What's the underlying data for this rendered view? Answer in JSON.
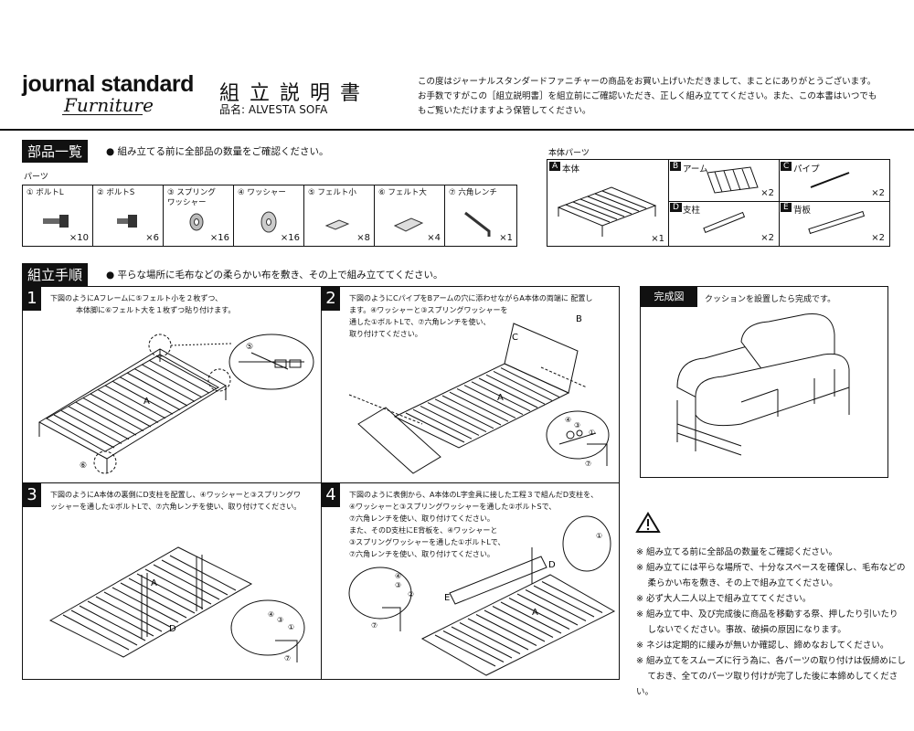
{
  "header": {
    "brand_main": "journal standard",
    "brand_sub": "Furniture",
    "title": "組立説明書",
    "product": "品名: ALVESTA SOFA",
    "intro_lines": [
      "この度はジャーナルスタンダードファニチャーの商品をお買い上げいただきまして、まことにありがとうございます。",
      "お手数ですがこの［組立説明書］を組立前にご確認いただき、正しく組み立ててください。また、この本書はいつでも",
      "もご覧いただけますよう保管してください。"
    ]
  },
  "parts_section": {
    "heading": "部品一覧",
    "note": "● 組み立てる前に全部品の数量をご確認ください。",
    "parts_label": "パーツ",
    "parts": [
      {
        "name": "① ボルトL",
        "qty": "×10"
      },
      {
        "name": "② ボルトS",
        "qty": "×6"
      },
      {
        "name": "③ スプリング\nワッシャー",
        "qty": "×16"
      },
      {
        "name": "④ ワッシャー",
        "qty": "×16"
      },
      {
        "name": "⑤ フェルト小",
        "qty": "×8"
      },
      {
        "name": "⑥ フェルト大",
        "qty": "×4"
      },
      {
        "name": "⑦ 六角レンチ",
        "qty": "×1"
      }
    ]
  },
  "body_parts": {
    "label": "本体パーツ",
    "items": [
      {
        "letter": "A",
        "name": "本体",
        "qty": "×1"
      },
      {
        "letter": "B",
        "name": "アーム",
        "qty": "×2"
      },
      {
        "letter": "C",
        "name": "パイプ",
        "qty": "×2"
      },
      {
        "letter": "D",
        "name": "支柱",
        "qty": "×2"
      },
      {
        "letter": "E",
        "name": "背板",
        "qty": "×2"
      }
    ]
  },
  "assembly": {
    "heading": "組立手順",
    "note": "● 平らな場所に毛布などの柔らかい布を敷き、その上で組み立ててください。"
  },
  "steps": [
    {
      "num": "1",
      "lines": [
        "下図のようにAフレームに⑤フェルト小を２枚ずつ、",
        "本体脚に⑥フェルト大を１枚ずつ貼り付けます。"
      ],
      "labels": [
        "A",
        "⑤",
        "⑥"
      ]
    },
    {
      "num": "2",
      "lines": [
        "下図のようにCパイプをBアームの穴に添わせながらA本体の両端に 配置し",
        "ます。④ワッシャーと③スプリングワッシャーを",
        "通した①ボルトLで、⑦六角レンチを使い、",
        "取り付けてください。"
      ],
      "labels": [
        "A",
        "B",
        "C",
        "④",
        "③",
        "①",
        "⑦"
      ]
    },
    {
      "num": "3",
      "lines": [
        "下図のようにA本体の裏側にD支柱を配置し、④ワッシャーと③スプリングワ",
        "ッシャーを通した①ボルトLで、⑦六角レンチを使い、取り付けてください。"
      ],
      "labels": [
        "A",
        "D",
        "④",
        "③",
        "①",
        "⑦"
      ]
    },
    {
      "num": "4",
      "lines": [
        "下図のように表側から、A本体のL字金具に接した工程３で組んだD支柱を、",
        "④ワッシャーと③スプリングワッシャーを通した②ボルトSで、",
        "⑦六角レンチを使い、取り付けてください。",
        "また、そのD支柱にE背板を、④ワッシャーと",
        "③スプリングワッシャーを通した①ボルトLで、",
        "⑦六角レンチを使い、取り付けてください。"
      ],
      "labels": [
        "A",
        "D",
        "E",
        "④",
        "③",
        "②",
        "⑦",
        "①"
      ]
    }
  ],
  "complete": {
    "heading": "完成図",
    "note": "クッションを設置したら完成です。"
  },
  "warnings": [
    "※ 組み立てる前に全部品の数量をご確認ください。",
    "※ 組み立てには平らな場所で、十分なスペースを確保し、毛布などの",
    "　 柔らかい布を敷き、その上で組み立てください。",
    "※ 必ず大人二人以上で組み立ててください。",
    "※ 組み立て中、及び完成後に商品を移動する祭、押したり引いたり",
    "　 しないでください。事故、破損の原因になります。",
    "※ ネジは定期的に緩みが無いか確認し、締めなおしてください。",
    "※ 組み立てをスムーズに行う為に、各パーツの取り付けは仮締めにし",
    "　 ておき、全てのパーツ取り付けが完了した後に本締めしてください。"
  ]
}
